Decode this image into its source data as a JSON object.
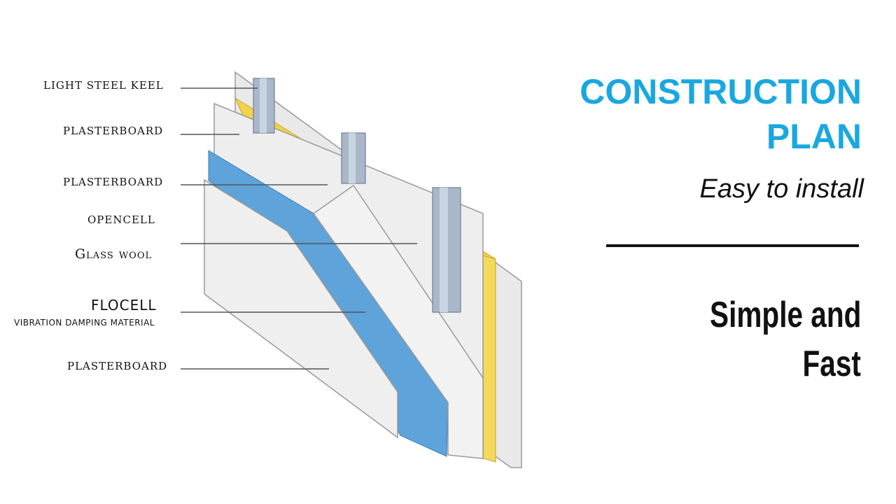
{
  "labels": {
    "light_steel_keel": "LIGHT STEEL KEEL",
    "plasterboard_1": "PLASTERBOARD",
    "plasterboard_2": "PLASTERBOARD",
    "opencell": "OPENCELL",
    "glass_wool": "Glass wool",
    "flocell": "FLOCELL",
    "vibration_damping": "VIBRATION DAMPING  MATERIAL",
    "plasterboard_3": "PLASTERBOARD"
  },
  "heading": {
    "line1": "CONSTRUCTION",
    "line2": "PLAN",
    "subtitle": "Easy to install",
    "tagline1": "Simple and",
    "tagline2": "Fast"
  },
  "colors": {
    "heading_blue": "#1aa7e0",
    "flocell_blue": "#5ea3d9",
    "glass_wool_yellow": "#f1d24a",
    "plasterboard": "#ececec",
    "steel": "#a9b7c9"
  }
}
